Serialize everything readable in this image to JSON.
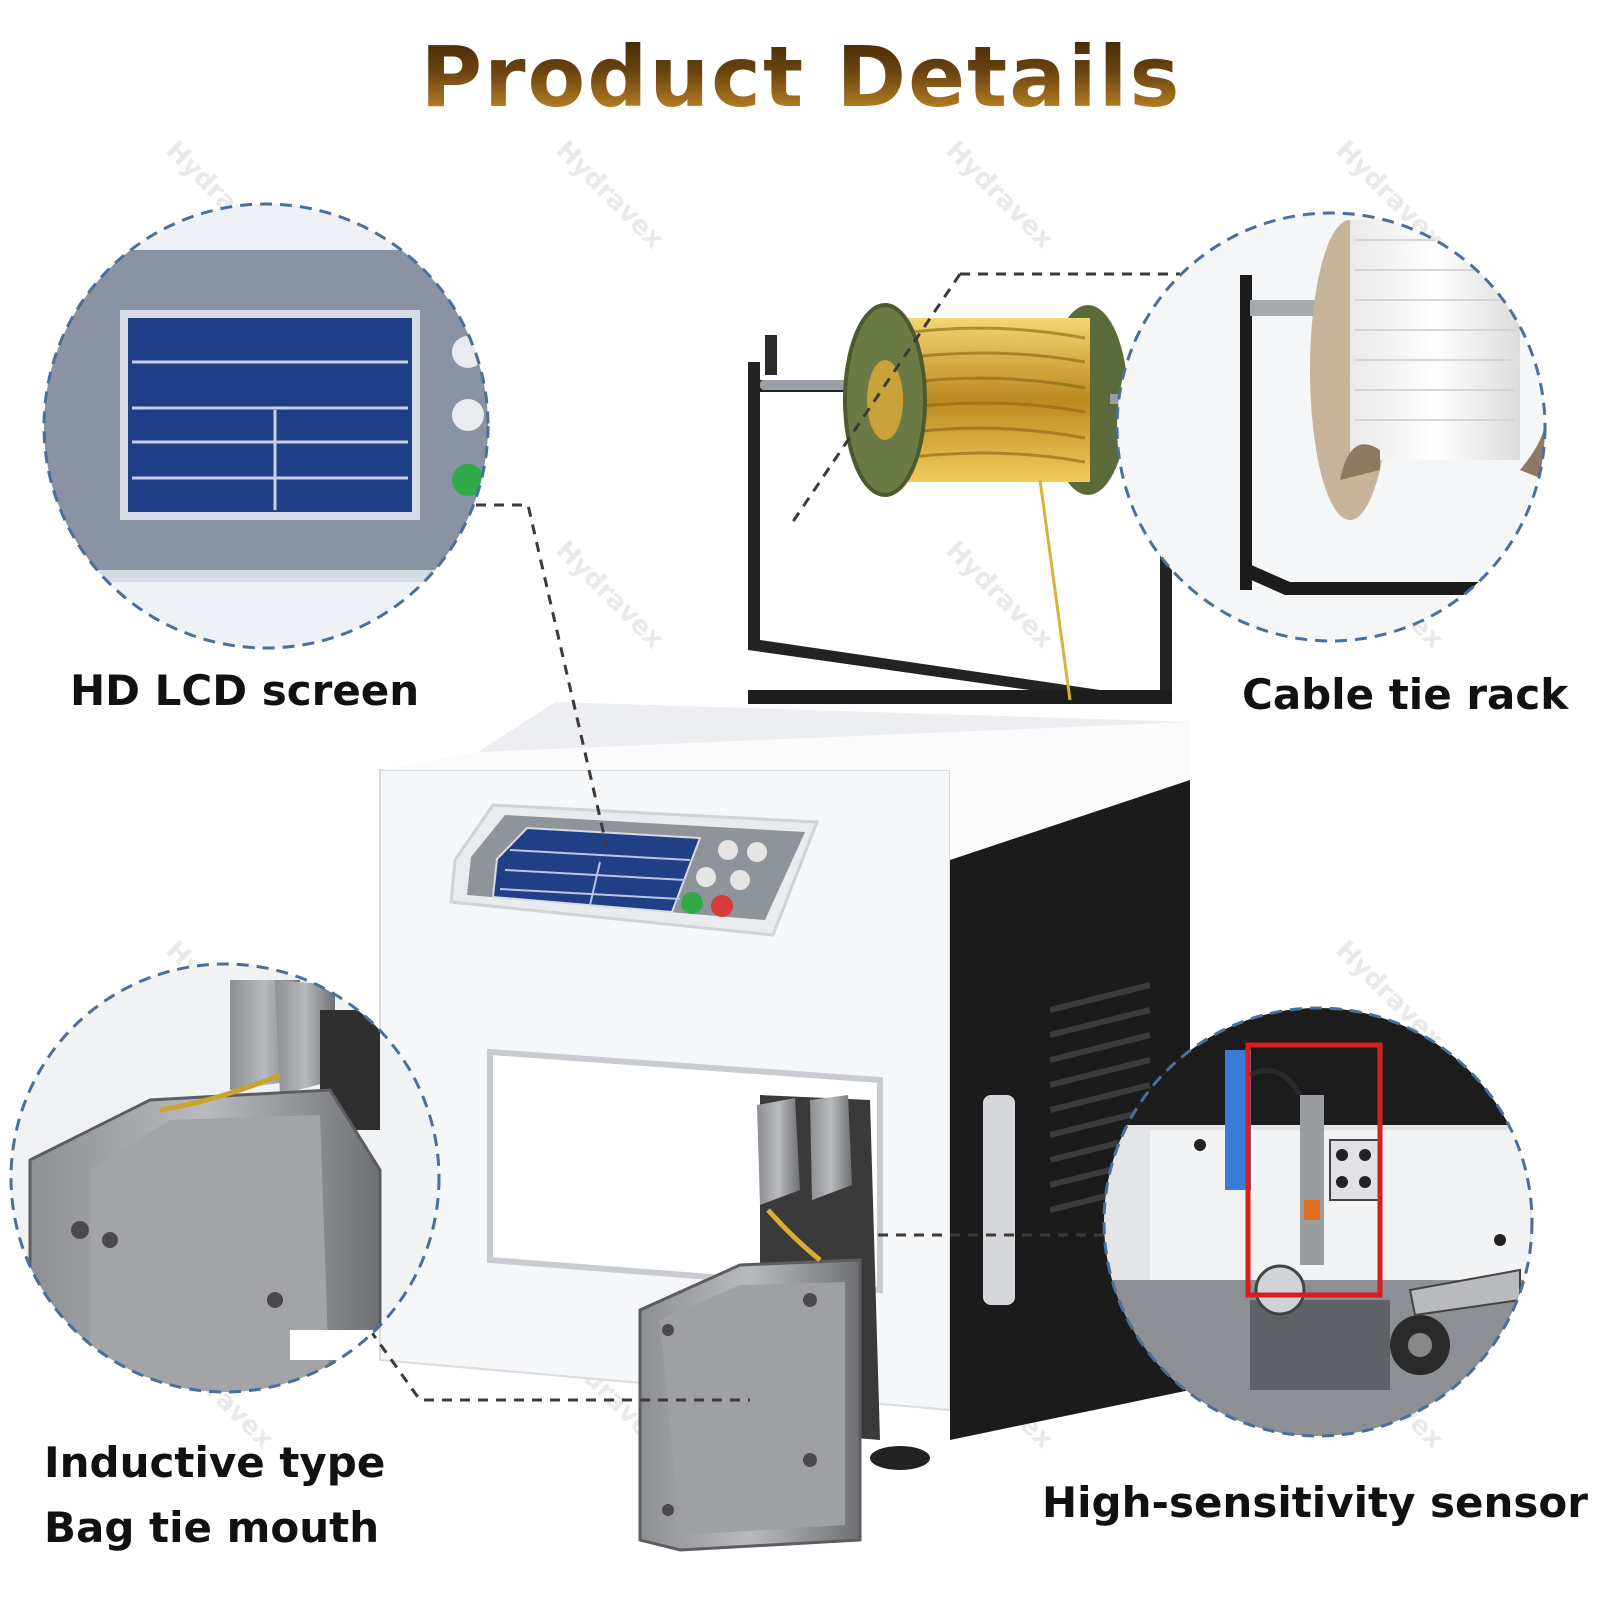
{
  "title": "Product Details",
  "watermark": "Hydravex",
  "callouts": {
    "lcd": "HD LCD screen",
    "rack": "Cable tie rack",
    "mouth_line1": "Inductive type",
    "mouth_line2": "Bag tie mouth",
    "sensor": "High-sensitivity sensor"
  },
  "colors": {
    "title_dark": "#3a1f04",
    "title_light": "#d99a2c",
    "callout_border": "#4a6f9a",
    "machine_body": "#f4f5f7",
    "machine_dark": "#1b1b1b",
    "lcd_blue": "#1f3f86",
    "spool_gold": "#c9a23a",
    "sensor_highlight": "#d61f1f"
  }
}
